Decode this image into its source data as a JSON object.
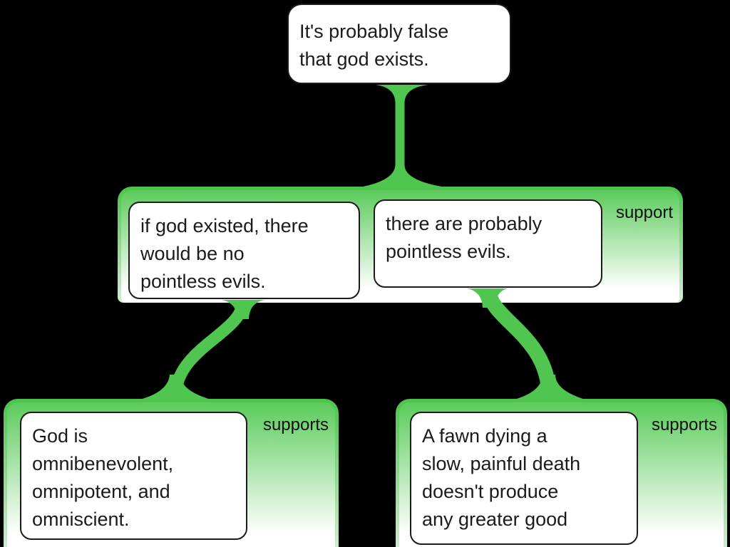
{
  "palette": {
    "canvas_background": "#000000",
    "connector_green": "#50c550",
    "group_fill_top_green": "#5bcb5b",
    "group_fill_bottom": "#ffffff",
    "claim_background": "#ffffff",
    "claim_border": "#1b1b1b",
    "text_color": "#1b1b1b"
  },
  "map": {
    "conclusion": {
      "text": "It's probably false\nthat god exists."
    },
    "groups": [
      {
        "label": "support",
        "claims": [
          "if god existed, there\nwould be no\npointless evils.",
          "there are probably\npointless evils."
        ]
      },
      {
        "label": "supports",
        "claims": [
          "God is\nomnibenevolent,\nomnipotent, and\nomniscient."
        ]
      },
      {
        "label": "supports",
        "claims": [
          "A fawn dying a\nslow, painful death\ndoesn't produce\nany greater good"
        ]
      }
    ]
  }
}
